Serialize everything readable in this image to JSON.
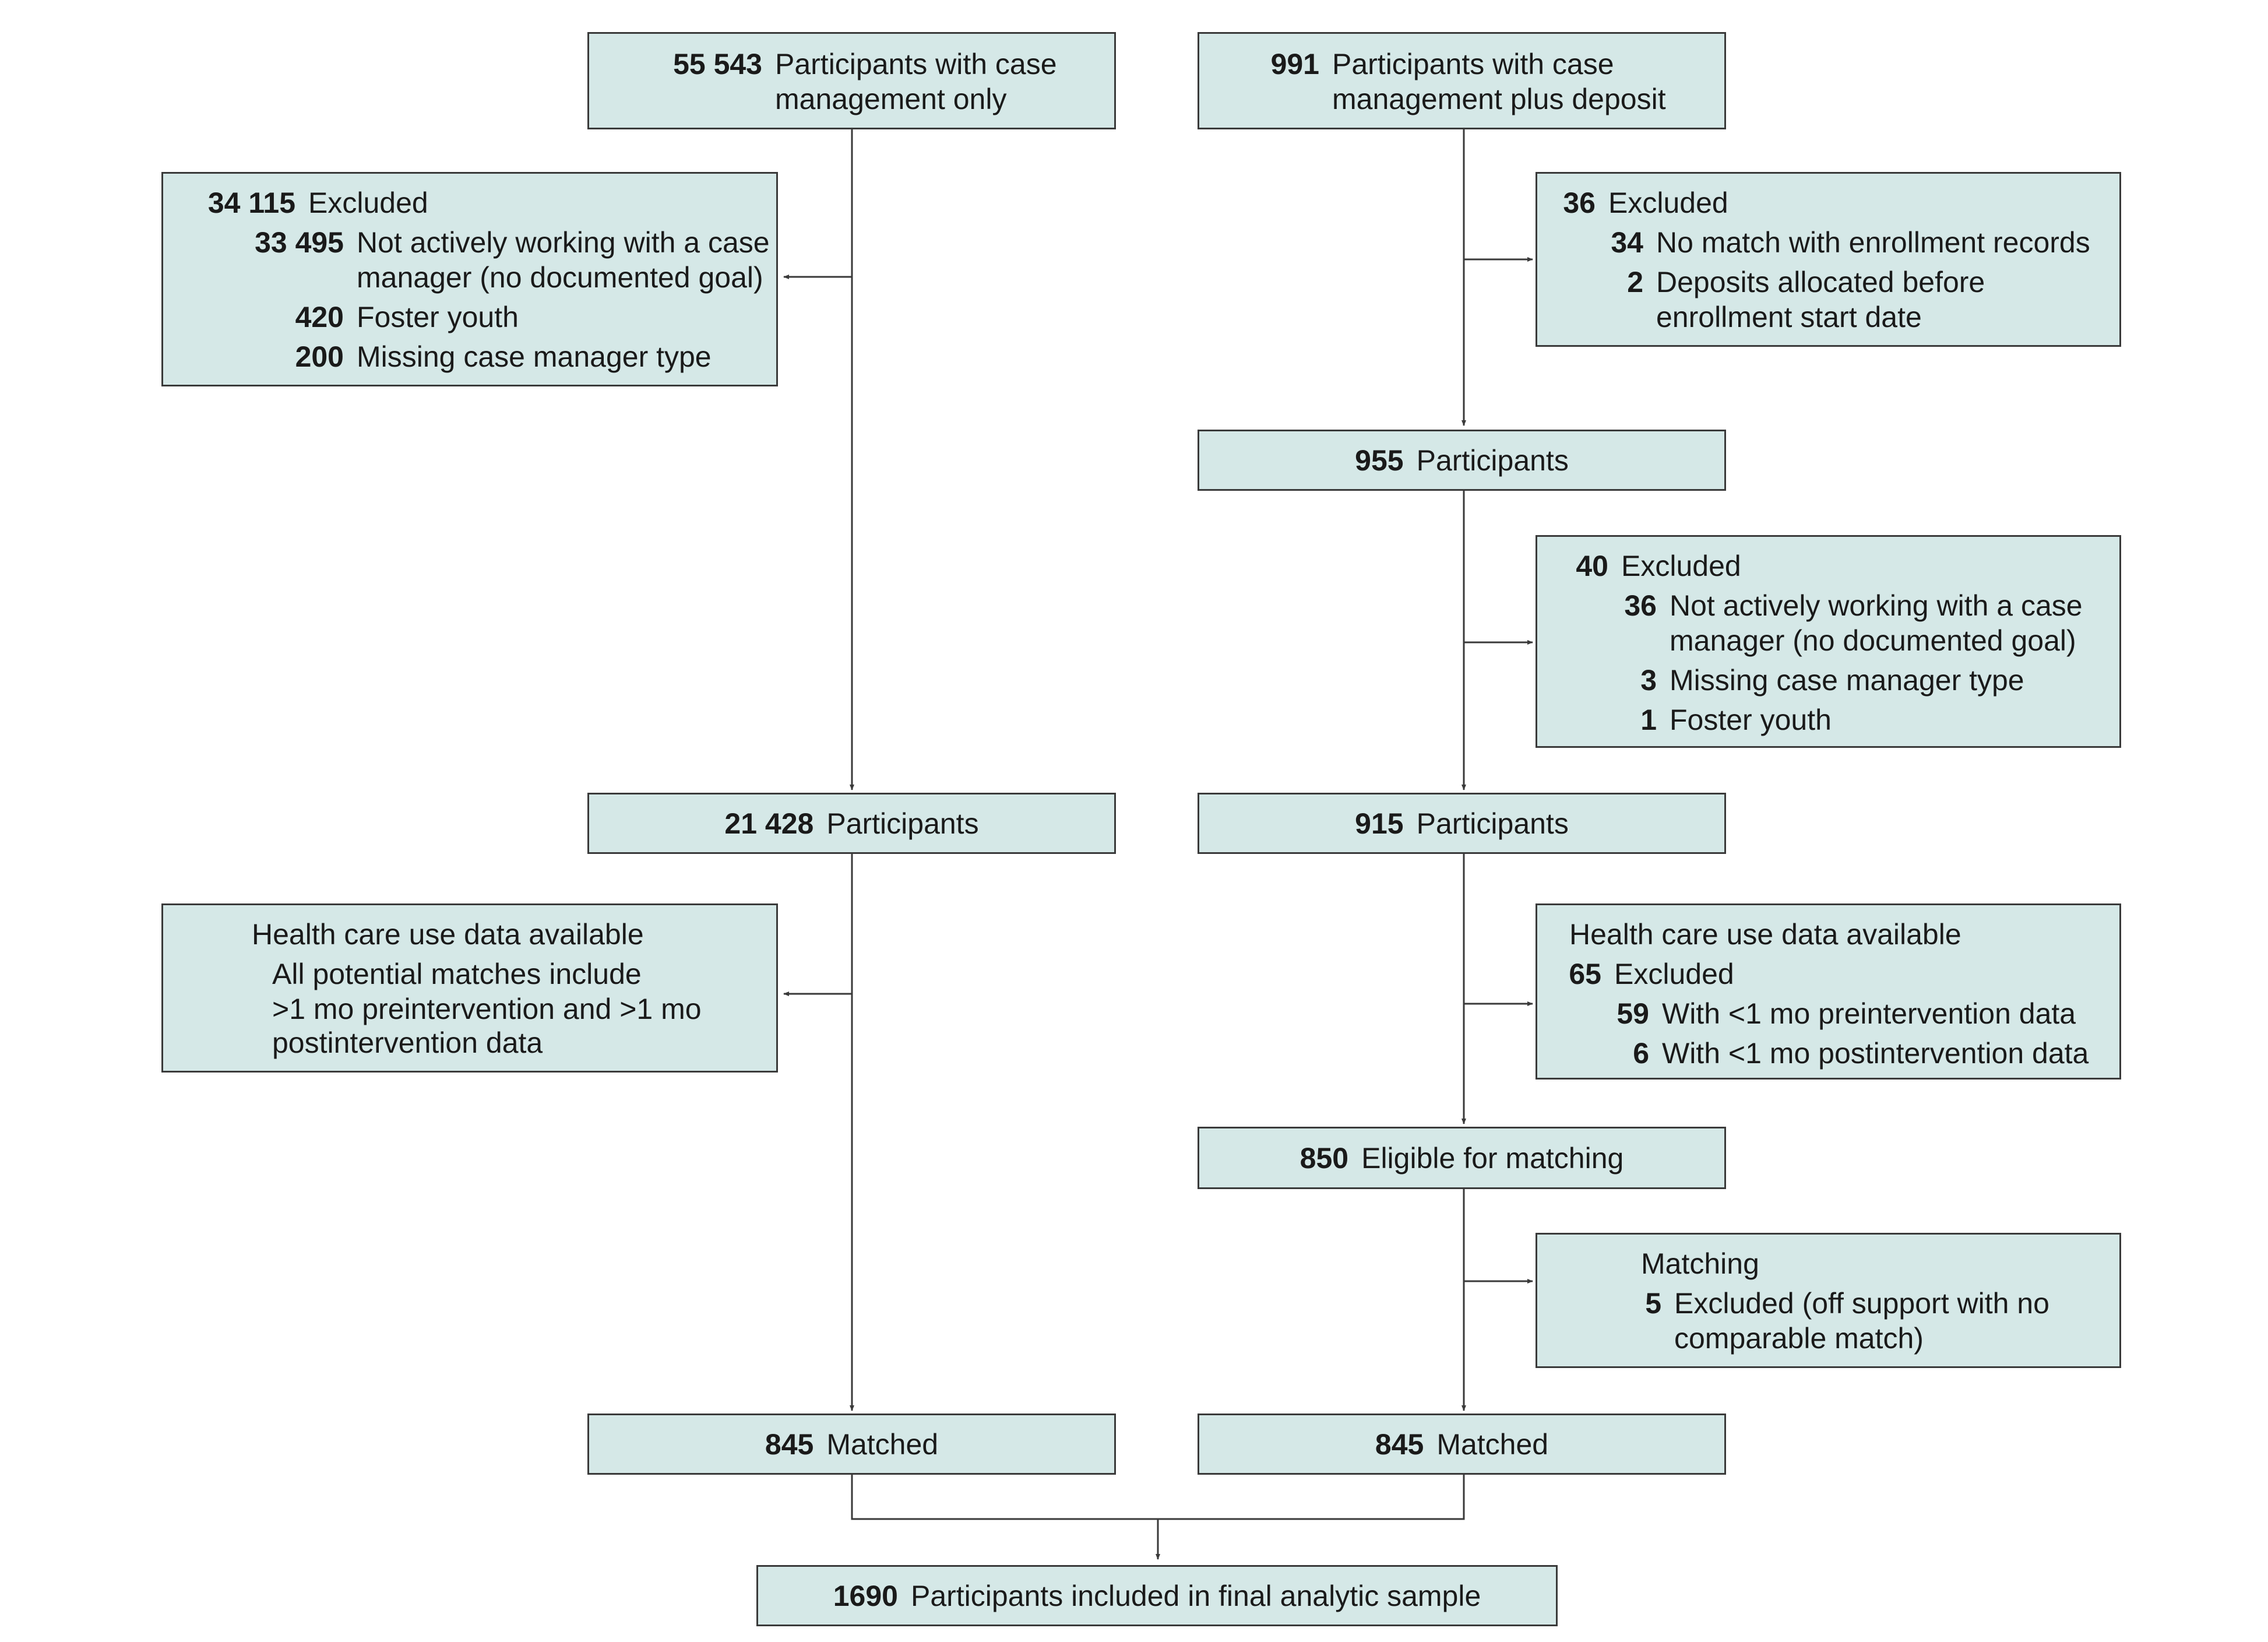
{
  "boxes": {
    "cm_only": {
      "lines": [
        {
          "num": "55 543",
          "text": "Participants with case"
        },
        {
          "num": "",
          "text": "management only"
        }
      ]
    },
    "cm_deposit": {
      "lines": [
        {
          "num": "991",
          "text": "Participants  with case"
        },
        {
          "num": "",
          "text": "management plus deposit"
        }
      ]
    },
    "excl_left": {
      "lines": [
        {
          "num": "34 115",
          "text": "Excluded"
        },
        {
          "num": "33 495",
          "text": "Not actively working with a case"
        },
        {
          "num": "",
          "text": "manager (no documented goal)"
        },
        {
          "num": "420",
          "text": "Foster youth"
        },
        {
          "num": "200",
          "text": "Missing case manager type"
        }
      ]
    },
    "excl_right1": {
      "lines": [
        {
          "num": "36",
          "text": "Excluded"
        },
        {
          "num": "34",
          "text": "No match with enrollment records"
        },
        {
          "num": "2",
          "text": "Deposits allocated before"
        },
        {
          "num": "",
          "text": "enrollment start date"
        }
      ]
    },
    "participants_955": {
      "num": "955",
      "text": "Participants"
    },
    "excl_right2": {
      "lines": [
        {
          "num": "40",
          "text": "Excluded"
        },
        {
          "num": "36",
          "text": "Not actively working with a case"
        },
        {
          "num": "",
          "text": "manager (no documented goal)"
        },
        {
          "num": "3",
          "text": "Missing case manager type"
        },
        {
          "num": "1",
          "text": "Foster youth"
        }
      ]
    },
    "participants_21428": {
      "num": "21 428",
      "text": "Participants"
    },
    "participants_915": {
      "num": "915",
      "text": "Participants"
    },
    "hc_left": {
      "lines": [
        {
          "num": "",
          "text": "Health care use data available"
        },
        {
          "num": "",
          "text": "All potential matches include"
        },
        {
          "num": "",
          "text": ">1 mo preintervention and >1 mo"
        },
        {
          "num": "",
          "text": "postintervention data"
        }
      ]
    },
    "hc_right": {
      "lines": [
        {
          "num": "",
          "text": "Health care use data available"
        },
        {
          "num": "65",
          "text": "Excluded"
        },
        {
          "num": "59",
          "text": "With <1 mo preintervention data"
        },
        {
          "num": "6",
          "text": "With <1 mo postintervention data"
        }
      ]
    },
    "eligible_850": {
      "num": "850",
      "text": "Eligible for matching"
    },
    "matching": {
      "lines": [
        {
          "num": "",
          "text": "Matching"
        },
        {
          "num": "5",
          "text": "Excluded (off support with no"
        },
        {
          "num": "",
          "text": "comparable match)"
        }
      ]
    },
    "matched_left": {
      "num": "845",
      "text": "Matched"
    },
    "matched_right": {
      "num": "845",
      "text": "Matched"
    },
    "final": {
      "num": "1690",
      "text": "Participants included in final analytic sample"
    }
  }
}
